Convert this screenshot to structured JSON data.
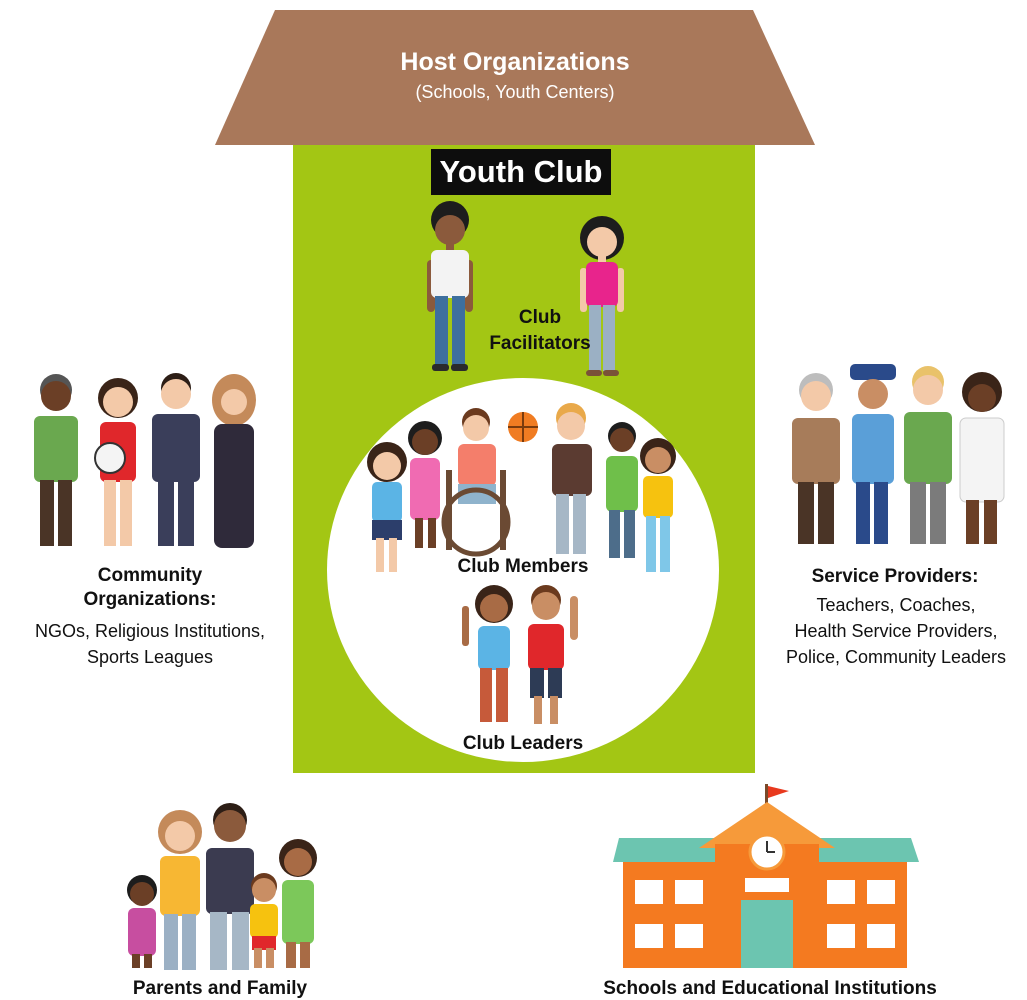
{
  "host": {
    "title": "Host Organizations",
    "subtitle": "(Schools, Youth Centers)"
  },
  "youth_club": {
    "title": "Youth Club"
  },
  "facilitators": {
    "label_line1": "Club",
    "label_line2": "Facilitators"
  },
  "members": {
    "label": "Club Members"
  },
  "leaders": {
    "label": "Club Leaders"
  },
  "community": {
    "title_line1": "Community",
    "title_line2": "Organizations:",
    "detail_line1": "NGOs, Religious Institutions,",
    "detail_line2": "Sports Leagues"
  },
  "service": {
    "title": "Service Providers:",
    "detail_line1": "Teachers, Coaches,",
    "detail_line2": "Health Service Providers,",
    "detail_line3": "Police, Community Leaders"
  },
  "family": {
    "label": "Parents and Family"
  },
  "schools": {
    "label": "Schools and Educational Institutions"
  },
  "colors": {
    "roof": "#a9785a",
    "club_bg": "#a3c614",
    "school_orange": "#f47a20",
    "school_roof": "#6cc5b0"
  }
}
